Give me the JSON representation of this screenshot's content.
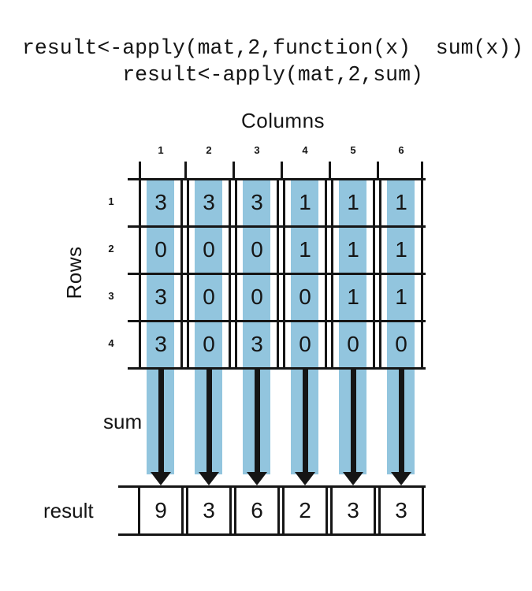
{
  "code": {
    "line1": "result<-apply(mat,2,function(x)  sum(x))",
    "line2": "result<-apply(mat,2,sum)"
  },
  "columns_axis": {
    "title": "Columns",
    "labels": [
      "1",
      "2",
      "3",
      "4",
      "5",
      "6"
    ]
  },
  "rows_axis": {
    "title": "Rows",
    "labels": [
      "1",
      "2",
      "3",
      "4"
    ]
  },
  "matrix": {
    "values": [
      [
        3,
        3,
        3,
        1,
        1,
        1
      ],
      [
        0,
        0,
        0,
        1,
        1,
        1
      ],
      [
        3,
        0,
        0,
        0,
        1,
        1
      ],
      [
        3,
        0,
        3,
        0,
        0,
        0
      ]
    ]
  },
  "sum_label": "sum",
  "result_label": "result",
  "result": {
    "values": [
      9,
      3,
      6,
      2,
      3,
      3
    ]
  },
  "colors": {
    "band_blue": "#92c5de",
    "ink": "#151515"
  }
}
